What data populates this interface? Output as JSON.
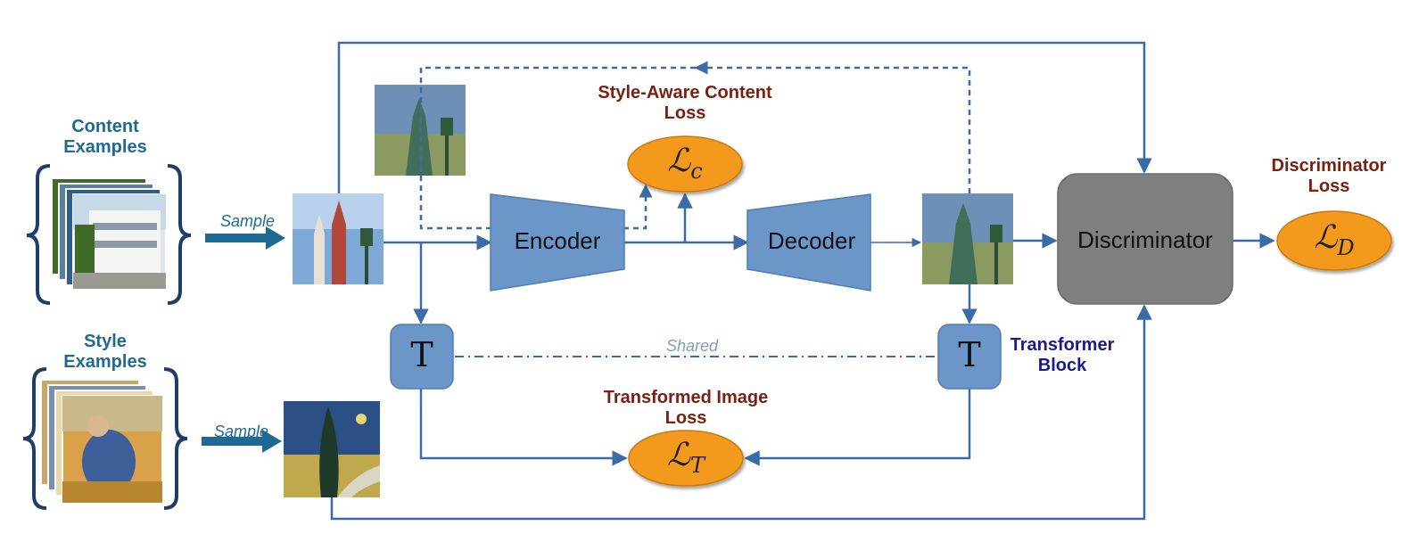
{
  "labels": {
    "content_examples": "Content Examples",
    "style_examples": "Style Examples",
    "sample_top": "Sample",
    "sample_bottom": "Sample",
    "style_aware_loss": "Style-Aware Content Loss",
    "transformed_loss": "Transformed Image Loss",
    "discriminator_loss": "Discriminator Loss",
    "transformer_block": "Transformer Block",
    "shared": "Shared"
  },
  "nodes": {
    "encoder": "Encoder",
    "decoder": "Decoder",
    "discriminator": "Discriminator",
    "t_left": "T",
    "t_right": "T"
  },
  "losses": {
    "lc": {
      "symbol": "ℒ",
      "sub": "c"
    },
    "lt": {
      "symbol": "ℒ",
      "sub": "T"
    },
    "ld": {
      "symbol": "ℒ",
      "sub": "D"
    }
  },
  "colors": {
    "arrow": "#3b6aa8",
    "block_fill": "#6b96c8",
    "loss_fill": "#f39a1f",
    "discriminator_fill": "#7f7f7f",
    "brace": "#1f3d66"
  }
}
